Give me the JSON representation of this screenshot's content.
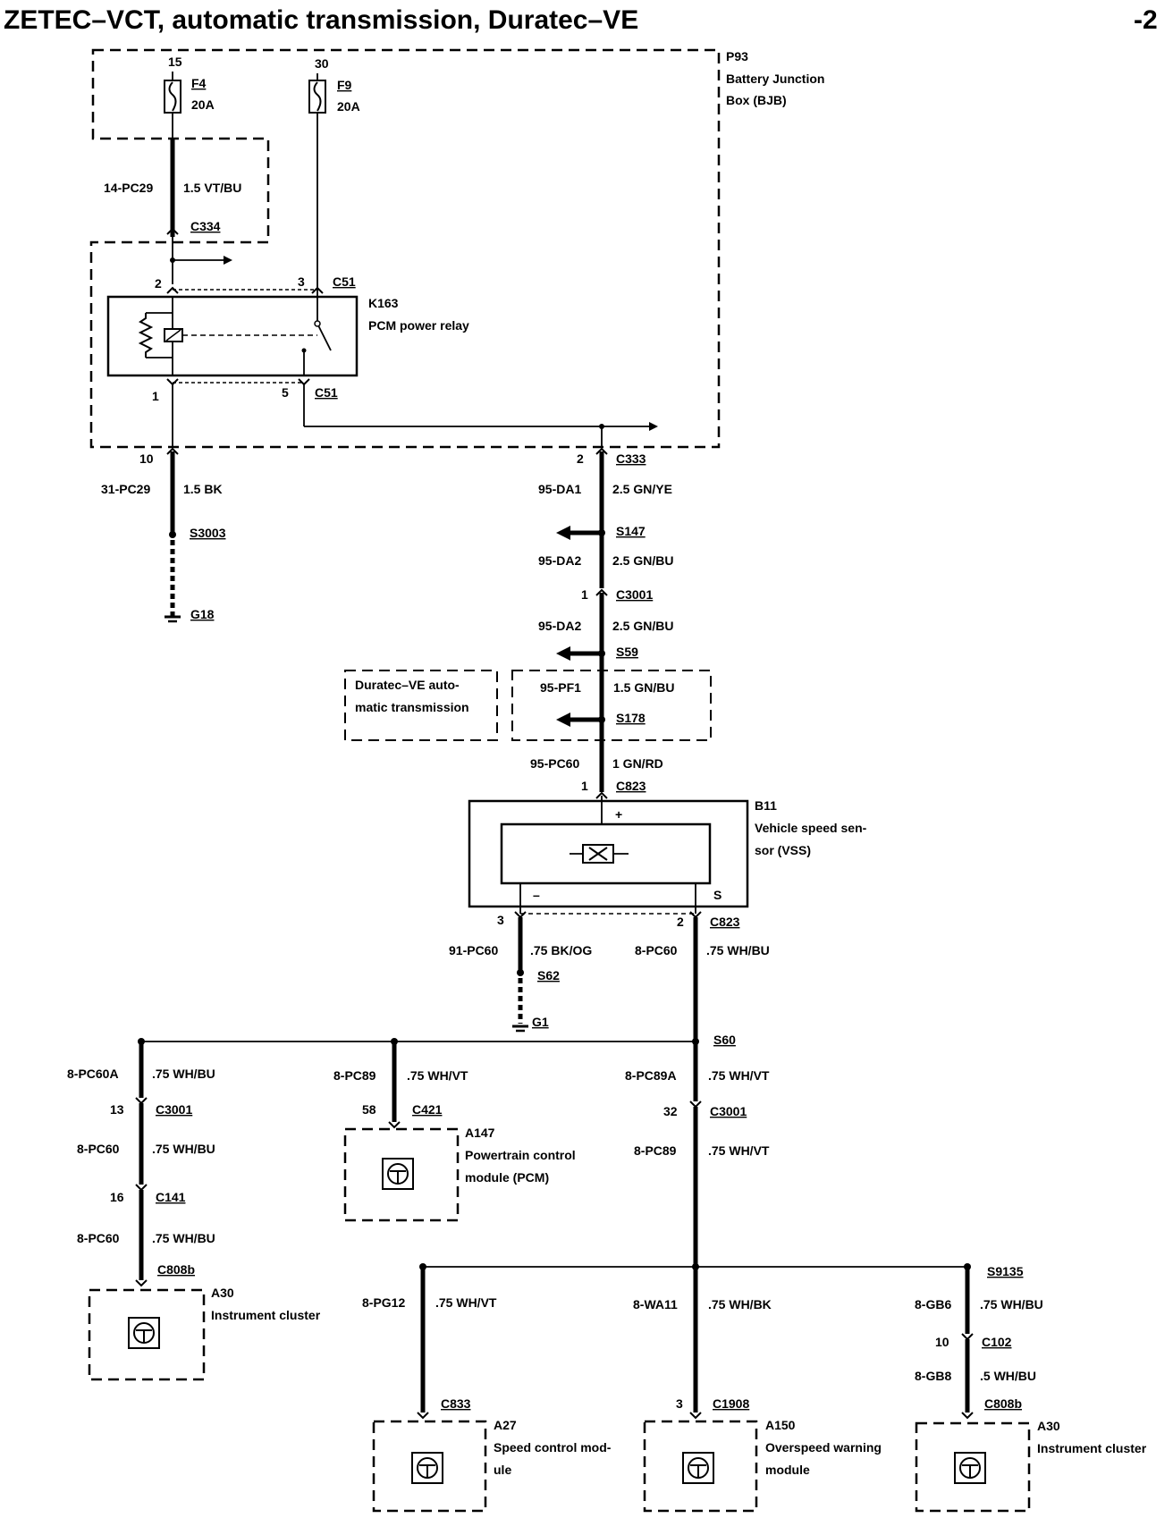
{
  "header": {
    "title": "ZETEC–VCT, automatic transmission, Duratec–VE",
    "page": "-2"
  },
  "bjb": {
    "id": "P93",
    "name_line1": "Battery Junction",
    "name_line2": "Box (BJB)",
    "f4_pin": "15",
    "f4_id": "F4",
    "f4_rating": "20A",
    "f9_pin": "30",
    "f9_id": "F9",
    "f9_rating": "20A",
    "w1_circuit": "14-PC29",
    "w1_wire": "1.5 VT/BU",
    "c334": "C334"
  },
  "relay": {
    "id": "K163",
    "name": "PCM power relay",
    "pin2": "2",
    "pin3": "3",
    "pin1": "1",
    "pin5": "5",
    "connector": "C51"
  },
  "ground_branch": {
    "pin": "10",
    "circuit": "31-PC29",
    "wire": "1.5 BK",
    "splice": "S3003",
    "ground": "G18"
  },
  "vss_feed": {
    "c333_pin": "2",
    "c333": "C333",
    "w1_circuit": "95-DA1",
    "w1_wire": "2.5 GN/YE",
    "s147": "S147",
    "w2_circuit": "95-DA2",
    "w2_wire": "2.5 GN/BU",
    "c3001_pin": "1",
    "c3001": "C3001",
    "w3_circuit": "95-DA2",
    "w3_wire": "2.5 GN/BU",
    "s59": "S59",
    "note_line1": "Duratec–VE auto-",
    "note_line2": "matic transmission",
    "w4_circuit": "95-PF1",
    "w4_wire": "1.5 GN/BU",
    "s178": "S178",
    "w5_circuit": "95-PC60",
    "w5_wire": "1 GN/RD",
    "c823_pin": "1",
    "c823": "C823"
  },
  "vss": {
    "id": "B11",
    "name_line1": "Vehicle speed sen-",
    "name_line2": "sor (VSS)",
    "plus": "+",
    "minus": "–",
    "signal": "S",
    "pin3": "3",
    "pin2": "2",
    "c823": "C823",
    "neg_circuit": "91-PC60",
    "neg_wire": ".75 BK/OG",
    "s62": "S62",
    "g1": "G1",
    "sig_circuit": "8-PC60",
    "sig_wire": ".75 WH/BU",
    "s60": "S60"
  },
  "branch_a30_left": {
    "w1_circuit": "8-PC60A",
    "w1_wire": ".75 WH/BU",
    "c3001_pin": "13",
    "c3001": "C3001",
    "w2_circuit": "8-PC60",
    "w2_wire": ".75 WH/BU",
    "c141_pin": "16",
    "c141": "C141",
    "w3_circuit": "8-PC60",
    "w3_wire": ".75 WH/BU",
    "c808b": "C808b",
    "module_id": "A30",
    "module_name": "Instrument cluster"
  },
  "branch_pcm": {
    "circuit": "8-PC89",
    "wire": ".75 WH/VT",
    "pin": "58",
    "connector": "C421",
    "module_id": "A147",
    "name_line1": "Powertrain control",
    "name_line2": "module (PCM)"
  },
  "branch_right": {
    "w1_circuit": "8-PC89A",
    "w1_wire": ".75 WH/VT",
    "c3001_pin": "32",
    "c3001": "C3001",
    "w2_circuit": "8-PC89",
    "w2_wire": ".75 WH/VT",
    "s9135": "S9135"
  },
  "branch_a27": {
    "circuit": "8-PG12",
    "wire": ".75 WH/VT",
    "connector": "C833",
    "module_id": "A27",
    "name_line1": "Speed control mod-",
    "name_line2": "ule"
  },
  "branch_a150": {
    "circuit": "8-WA11",
    "wire": ".75 WH/BK",
    "pin": "3",
    "connector": "C1908",
    "module_id": "A150",
    "name_line1": "Overspeed warning",
    "name_line2": "module"
  },
  "branch_a30_right": {
    "w1_circuit": "8-GB6",
    "w1_wire": ".75 WH/BU",
    "c102_pin": "10",
    "c102": "C102",
    "w2_circuit": "8-GB8",
    "w2_wire": ".5 WH/BU",
    "c808b": "C808b",
    "module_id": "A30",
    "module_name": "Instrument cluster"
  }
}
